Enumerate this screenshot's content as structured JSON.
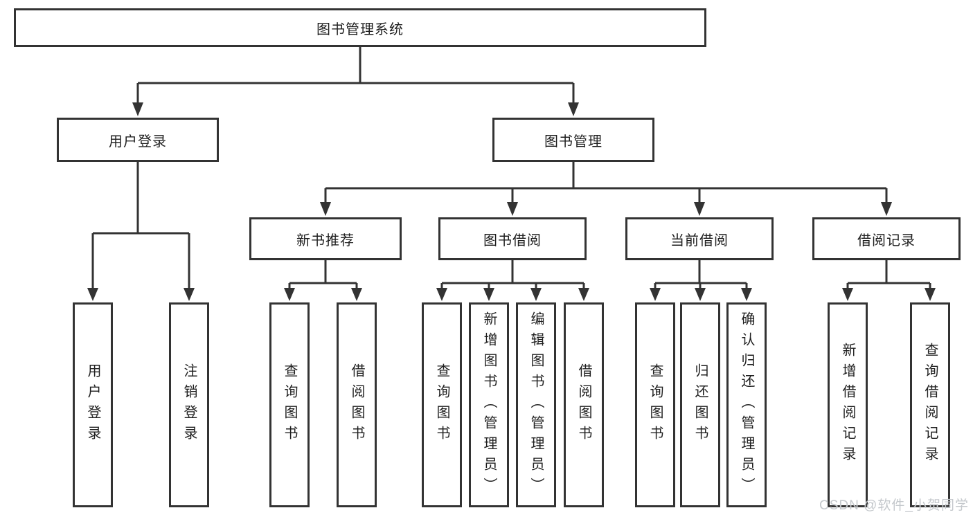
{
  "tree": {
    "root": "图书管理系统",
    "level2": [
      "用户登录",
      "图书管理"
    ],
    "level3": [
      "新书推荐",
      "图书借阅",
      "当前借阅",
      "借阅记录"
    ],
    "leaves": {
      "user_login": [
        "用户登录",
        "注销登录"
      ],
      "new_book_recommend": [
        "查询图书",
        "借阅图书"
      ],
      "book_borrowing": [
        "查询图书",
        "新增图书（管理员）",
        "编辑图书（管理员）",
        "借阅图书"
      ],
      "current_borrowing": [
        "查询图书",
        "归还图书",
        "确认归还（管理员）"
      ],
      "borrow_records": [
        "新增借阅记录",
        "查询借阅记录"
      ]
    }
  },
  "watermark": "CSDN @软件_小贺同学",
  "colors": {
    "line": "#333333",
    "text": "#1f1f1f",
    "watermark": "#c4c8cc",
    "background": "#ffffff"
  }
}
